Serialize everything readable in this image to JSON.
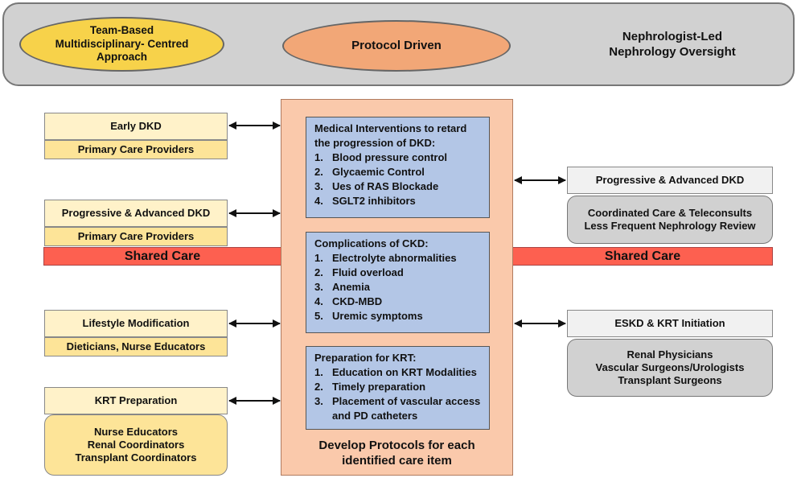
{
  "banner": {
    "team_based": "Team-Based\nMultidisciplinary- Centred\nApproach",
    "protocol_driven": "Protocol Driven",
    "nephrologist_led": "Nephrologist-Led\nNephrology Oversight"
  },
  "left": {
    "early_dkd": "Early DKD",
    "early_dkd_providers": "Primary Care Providers",
    "progressive_dkd": "Progressive & Advanced DKD",
    "progressive_dkd_providers": "Primary Care Providers",
    "lifestyle": "Lifestyle Modification",
    "lifestyle_providers": "Dieticians, Nurse Educators",
    "krt_prep": "KRT Preparation",
    "krt_prep_providers": "Nurse Educators\nRenal Coordinators\nTransplant Coordinators"
  },
  "shared_care": {
    "left_label": "Shared Care",
    "right_label": "Shared Care"
  },
  "right": {
    "progressive_dkd": "Progressive & Advanced DKD",
    "progressive_dkd_care": "Coordinated Care & Teleconsults\nLess Frequent Nephrology Review",
    "eskd": "ESKD & KRT Initiation",
    "eskd_providers": "Renal Physicians\nVascular Surgeons/Urologists\nTransplant Surgeons"
  },
  "center": {
    "medical": {
      "header": "Medical Interventions to retard the progression of DKD:",
      "items": [
        {
          "num": "1.",
          "text": "Blood pressure control"
        },
        {
          "num": "2.",
          "text": "Glycaemic Control"
        },
        {
          "num": "3.",
          "text": "Ues of RAS Blockade"
        },
        {
          "num": "4.",
          "text": "SGLT2 inhibitors"
        }
      ]
    },
    "complications": {
      "header": "Complications of CKD:",
      "items": [
        {
          "num": "1.",
          "text": "Electrolyte abnormalities"
        },
        {
          "num": "2.",
          "text": "Fluid overload"
        },
        {
          "num": "3.",
          "text": "Anemia"
        },
        {
          "num": "4.",
          "text": "CKD-MBD"
        },
        {
          "num": "5.",
          "text": "Uremic symptoms"
        }
      ]
    },
    "krt": {
      "header": "Preparation for KRT:",
      "items": [
        {
          "num": "1.",
          "text": "Education on KRT Modalities"
        },
        {
          "num": "2.",
          "text": "Timely preparation"
        },
        {
          "num": "3.",
          "text": "Placement of vascular access and PD catheters"
        }
      ]
    },
    "footer": "Develop Protocols for each\nidentified care item"
  },
  "colors": {
    "banner": "#d1d1d1",
    "team_ellipse": "#f7d24a",
    "protocol_ellipse": "#f2a777",
    "center_panel": "#fac9ab",
    "blue_box": "#b3c6e6",
    "shared_care": "#fd6050",
    "light_card": "#fff2c9",
    "yellow_card": "#fde498"
  }
}
